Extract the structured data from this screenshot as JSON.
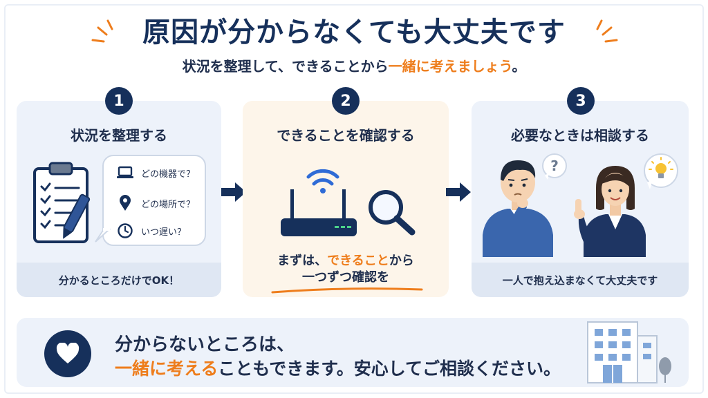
{
  "header": {
    "title": "原因が分からなくても大丈夫です",
    "subtitle_plain": "状況を整理して、できることから",
    "subtitle_accent": "一緒に考えましょう",
    "subtitle_end": "。"
  },
  "steps": [
    {
      "number": "1",
      "title": "状況を整理する",
      "questions": [
        "どの機器で？",
        "どの場所で？",
        "いつ遅い？"
      ],
      "question_icons": [
        "laptop-icon",
        "location-pin-icon",
        "clock-icon"
      ],
      "footer": "分かるところだけでOK！"
    },
    {
      "number": "2",
      "title": "できることを確認する",
      "text_before": "まずは、",
      "text_accent": "できること",
      "text_after": "から",
      "text_line2": "一つずつ確認を"
    },
    {
      "number": "3",
      "title": "必要なときは相談する",
      "footer": "一人で抱え込まなくて大丈夫です"
    }
  ],
  "bottom": {
    "line1": "分からないところは、",
    "line2_accent": "一緒に考える",
    "line2_rest": "こともできます。安心してご相談ください。"
  },
  "colors": {
    "navy": "#16305b",
    "accent": "#ee7d1c",
    "card_blue": "#edf2fa",
    "card_cream": "#fdf5ea"
  }
}
